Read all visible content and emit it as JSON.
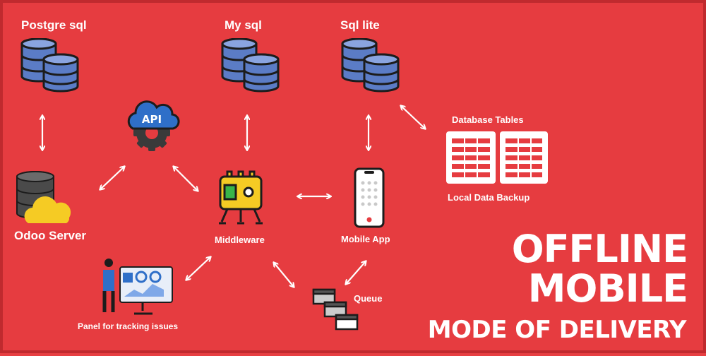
{
  "nodes": {
    "postgre": "Postgre sql",
    "mysql": "My sql",
    "sqlite": "Sql lite",
    "db_tables": "Database Tables",
    "local_backup": "Local Data Backup",
    "odoo": "Odoo Server",
    "api": "API",
    "middleware": "Middleware",
    "mobile": "Mobile App",
    "queue": "Queue",
    "panel": "Panel for tracking issues"
  },
  "headline": {
    "line1": "OFFLINE",
    "line2": "MOBILE",
    "line3": "MODE OF DELIVERY"
  },
  "colors": {
    "background": "#e63c40",
    "db_blue": "#5b7cc6",
    "accent_yellow": "#f5cb24"
  }
}
